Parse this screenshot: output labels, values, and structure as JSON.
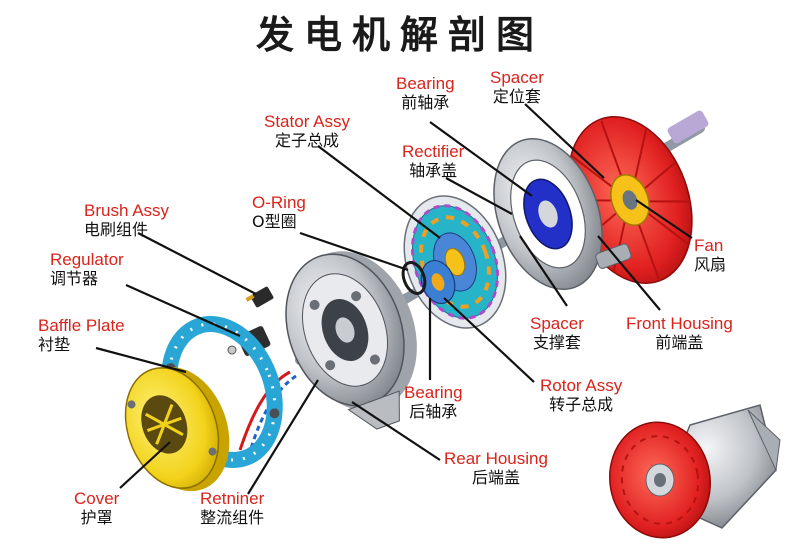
{
  "title": "发电机解剖图",
  "labels": {
    "bearing_front": {
      "en": "Bearing",
      "zh": "前轴承"
    },
    "spacer_front": {
      "en": "Spacer",
      "zh": "定位套"
    },
    "stator": {
      "en": "Stator Assy",
      "zh": "定子总成"
    },
    "rectifier": {
      "en": "Rectifier",
      "zh": "轴承盖"
    },
    "brush": {
      "en": "Brush Assy",
      "zh": "电刷组件"
    },
    "oring": {
      "en": "O-Ring",
      "zh": "O型圈"
    },
    "regulator": {
      "en": "Regulator",
      "zh": "调节器"
    },
    "baffle": {
      "en": "Baffle Plate",
      "zh": "衬垫"
    },
    "fan": {
      "en": "Fan",
      "zh": "风扇"
    },
    "front_housing": {
      "en": "Front  Housing",
      "zh": "前端盖"
    },
    "spacer_support": {
      "en": "Spacer",
      "zh": "支撑套"
    },
    "bearing_rear": {
      "en": "Bearing",
      "zh": "后轴承"
    },
    "rotor": {
      "en": "Rotor Assy",
      "zh": "转子总成"
    },
    "rear_housing": {
      "en": "Rear Housing",
      "zh": "后端盖"
    },
    "cover": {
      "en": "Cover",
      "zh": "护罩"
    },
    "retainer": {
      "en": "Retniner",
      "zh": "整流组件"
    }
  },
  "colors": {
    "label_en": "#d8241c",
    "label_zh": "#111111",
    "fan": "#e02020",
    "cover": "#f2d21a",
    "baffle": "#2aa6d6",
    "metal": "#c9ccd0"
  }
}
